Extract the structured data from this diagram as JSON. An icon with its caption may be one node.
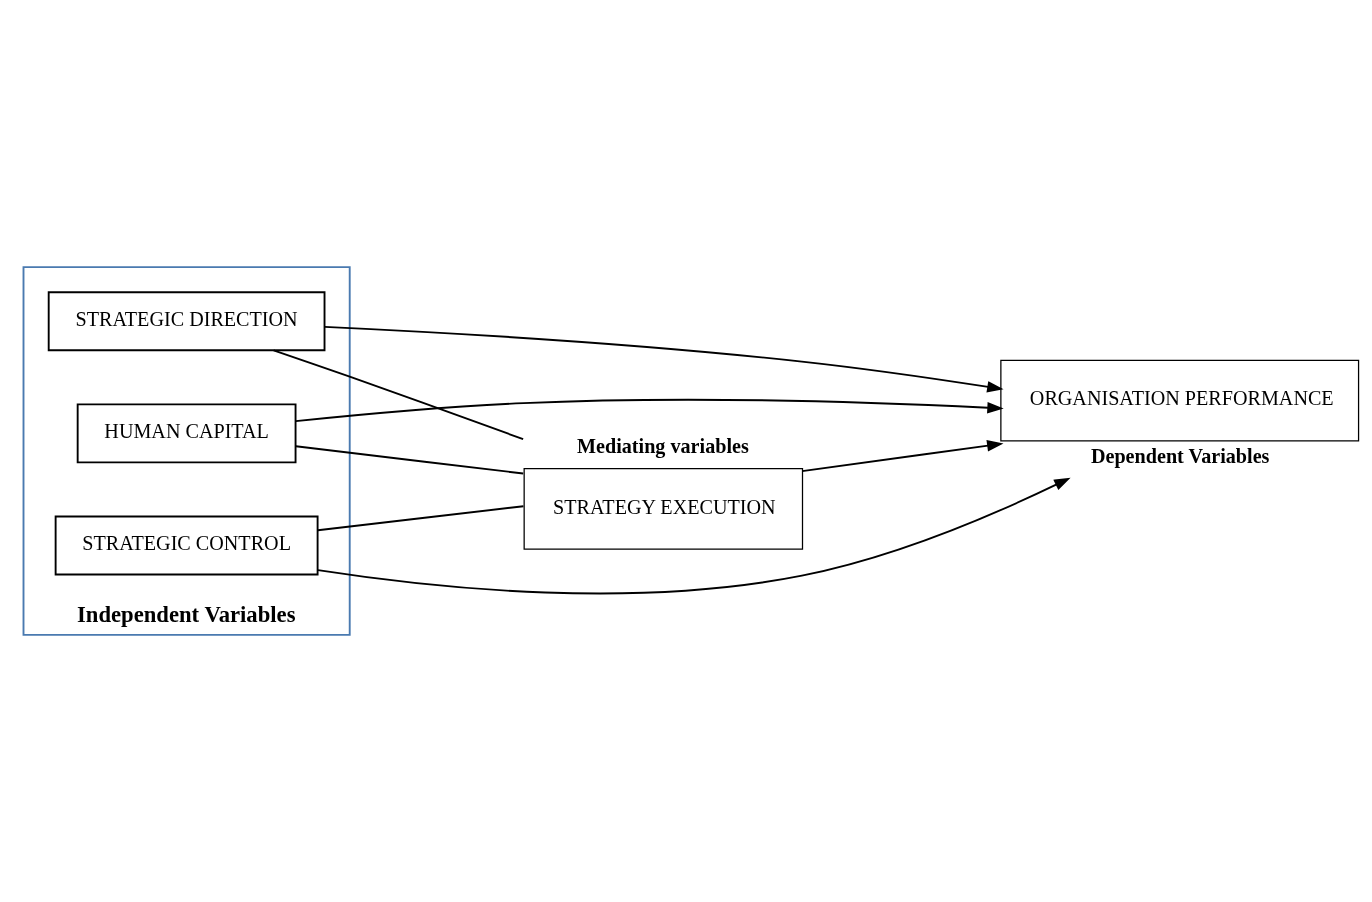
{
  "diagram": {
    "nodes": [
      {
        "text": [
          "Independent Variables"
        ]
      },
      {
        "text": [
          "STRATEGIC DIRECTION"
        ],
        "in": 0
      },
      {
        "text": [
          "HUMAN CAPITAL"
        ],
        "in": 0
      },
      {
        "text": [
          "STRATEGIC CONTROL"
        ],
        "in": 0
      },
      {
        "text": [
          "Mediating variables",
          "STRATEGY EXECUTION"
        ]
      },
      {
        "text": [
          "ORGANISATION PERFORMANCE",
          "Dependent Variables"
        ]
      }
    ],
    "edges": [
      {
        "from": 1,
        "to": 4,
        "arrow": "none"
      },
      {
        "from": 2,
        "to": 4,
        "arrow": "none"
      },
      {
        "from": 3,
        "to": 4,
        "arrow": "none"
      },
      {
        "from": 1,
        "to": 5,
        "arrow": "to"
      },
      {
        "from": 2,
        "to": 5,
        "arrow": "to"
      },
      {
        "from": 3,
        "to": 5,
        "arrow": "to"
      },
      {
        "from": 4,
        "to": 5,
        "arrow": "to"
      }
    ]
  }
}
